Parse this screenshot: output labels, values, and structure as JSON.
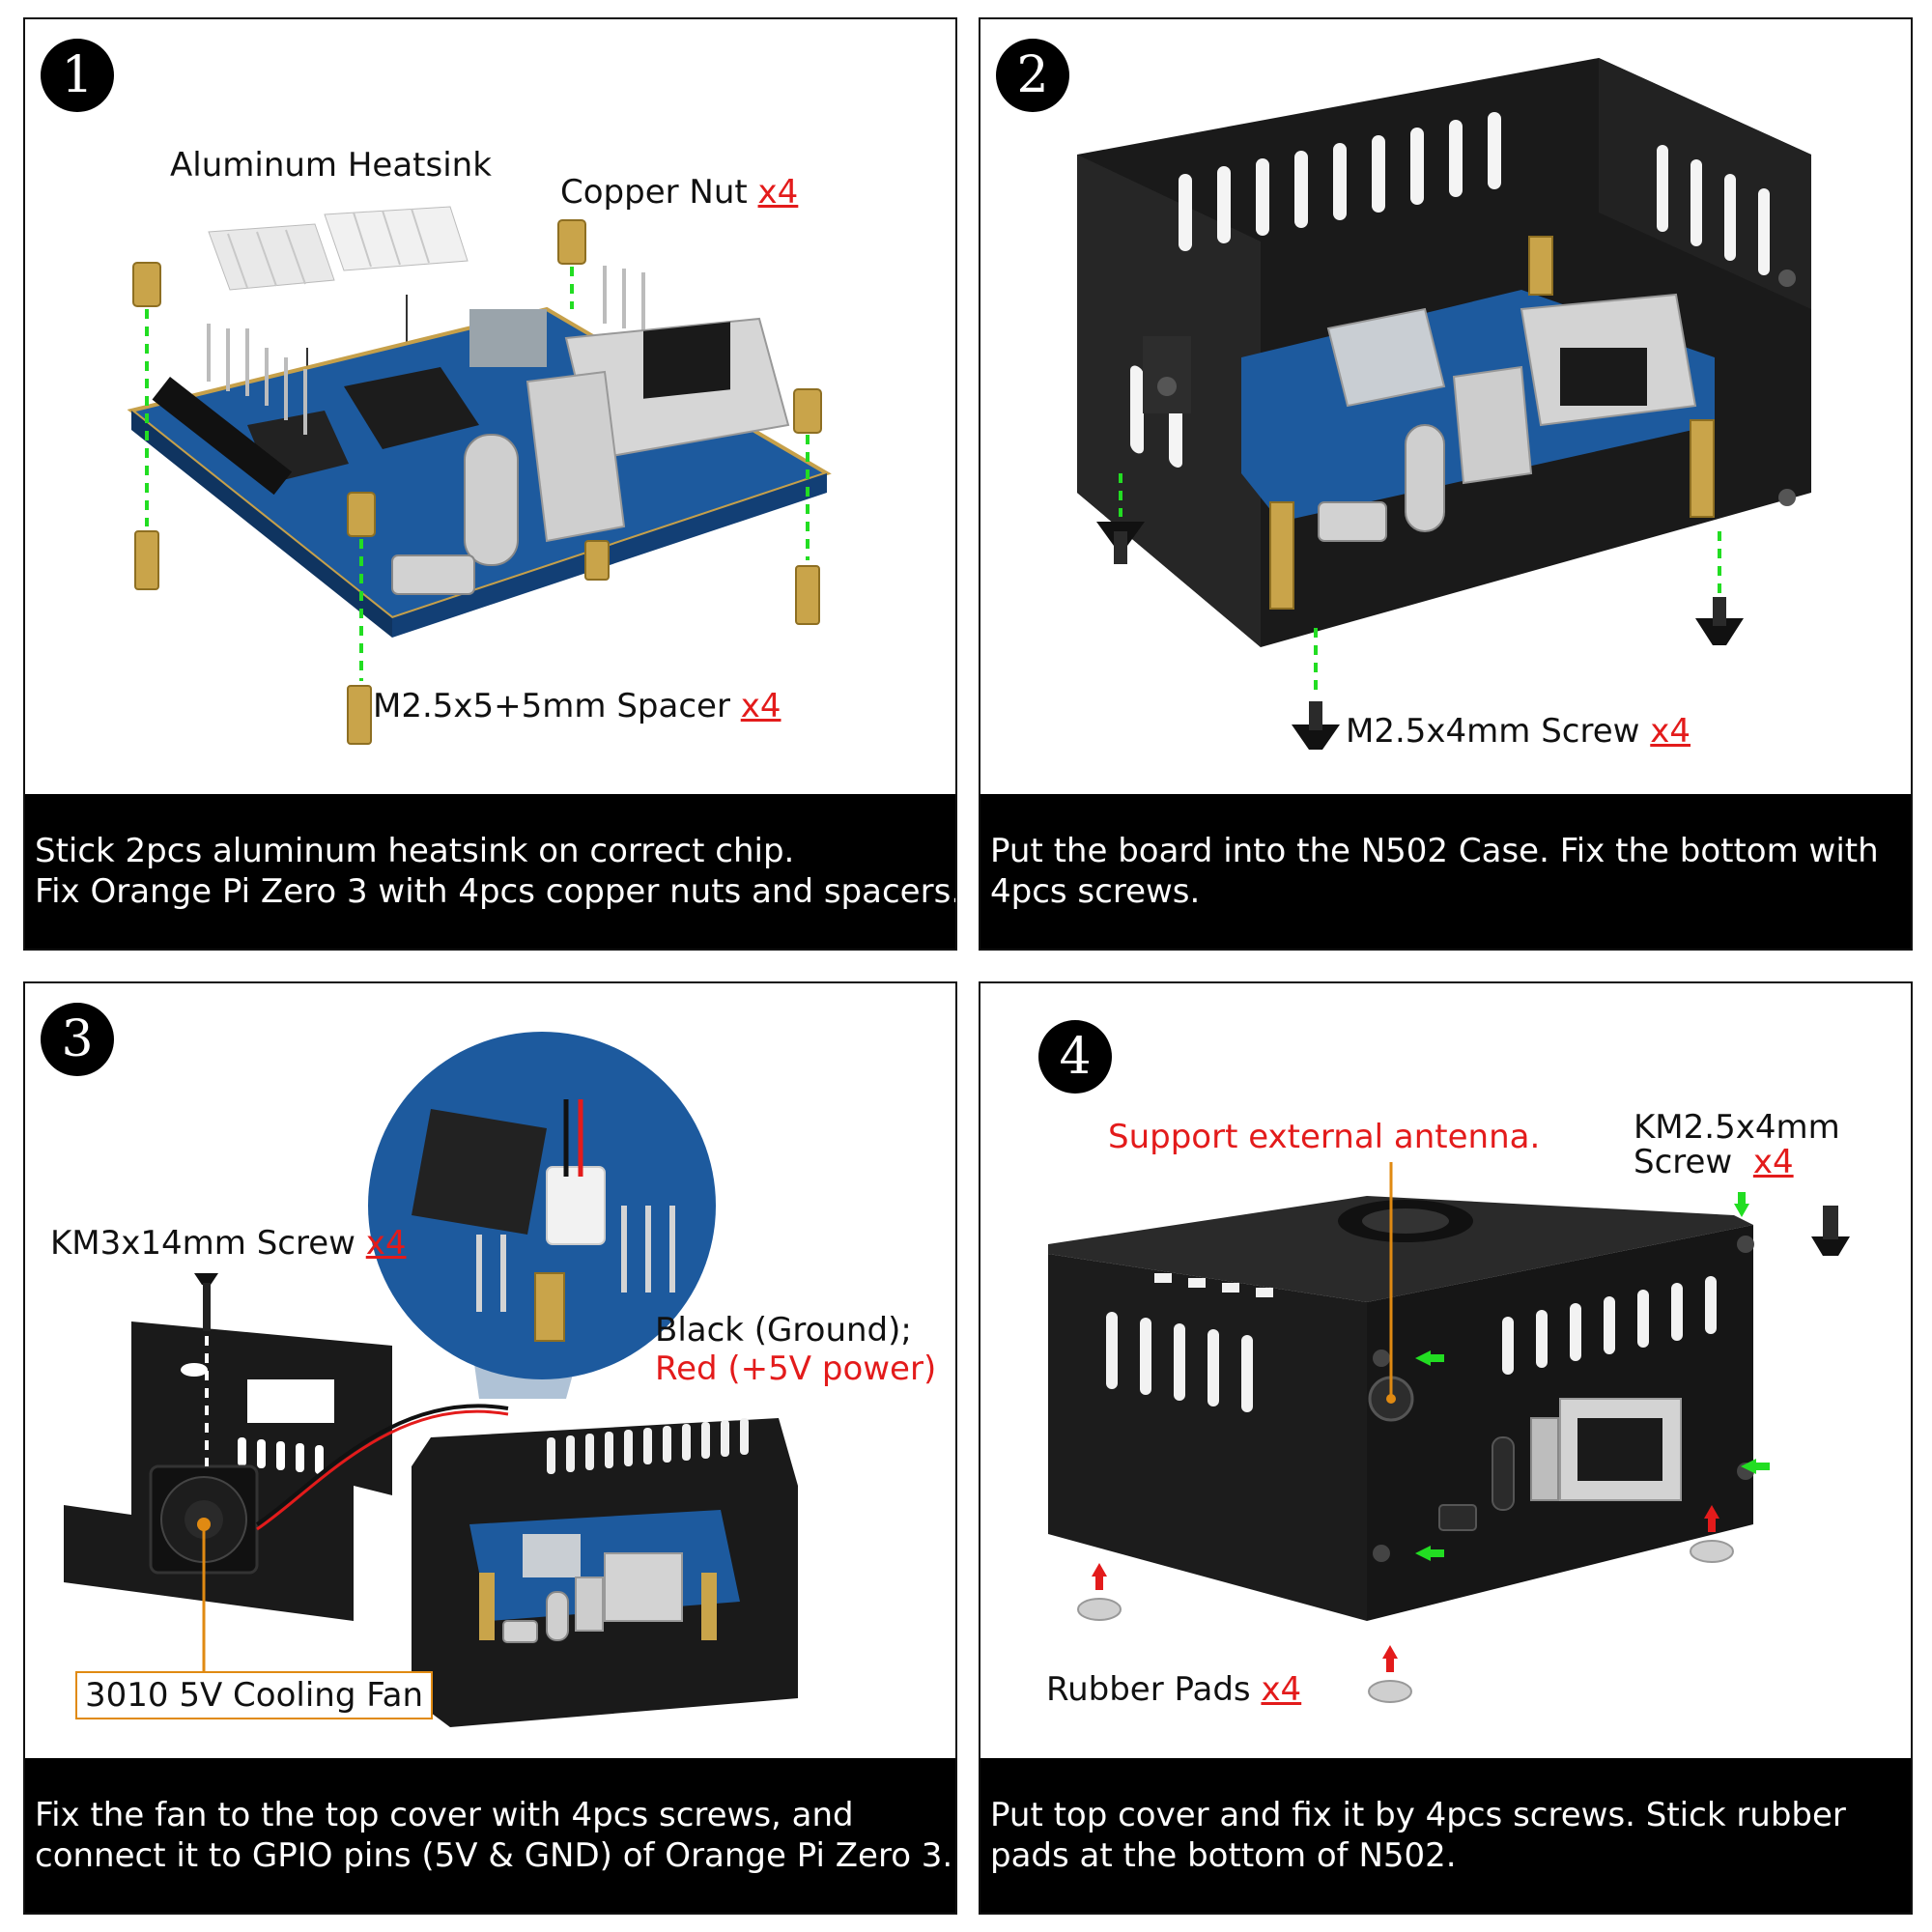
{
  "steps": [
    {
      "number": "1",
      "labels": {
        "heatsink": "Aluminum Heatsink",
        "copper_nut": "Copper Nut",
        "copper_nut_qty": "x4",
        "spacer": "M2.5x5+5mm Spacer",
        "spacer_qty": "x4"
      },
      "caption": [
        "Stick 2pcs aluminum heatsink on correct chip.",
        "Fix Orange Pi Zero 3 with 4pcs copper nuts and spacers."
      ]
    },
    {
      "number": "2",
      "labels": {
        "screw": "M2.5x4mm Screw",
        "screw_qty": "x4"
      },
      "caption": [
        "Put the board into the N502 Case. Fix the bottom with",
        "4pcs screws."
      ]
    },
    {
      "number": "3",
      "labels": {
        "screw": "KM3x14mm Screw",
        "screw_qty": "x4",
        "black": "Black (Ground);",
        "red": "Red (+5V power)",
        "fan": "3010 5V Cooling Fan"
      },
      "caption": [
        "Fix the fan to the top cover with 4pcs screws, and",
        "connect it to GPIO pins (5V & GND) of Orange Pi Zero 3."
      ]
    },
    {
      "number": "4",
      "labels": {
        "antenna": "Support external antenna.",
        "screw_line1": "KM2.5x4mm",
        "screw_line2": "Screw",
        "screw_qty": "x4",
        "pads": "Rubber Pads",
        "pads_qty": "x4"
      },
      "caption": [
        "Put top cover and fix it by 4pcs screws.  Stick rubber",
        "pads at the bottom of N502."
      ]
    }
  ],
  "colors": {
    "accent_red": "#e31b1b",
    "guide_green": "#22dd22",
    "board_blue": "#1d5a9e",
    "case_black": "#1a1a1a",
    "brass": "#c9a44a",
    "fan_callout": "#e08a12"
  }
}
